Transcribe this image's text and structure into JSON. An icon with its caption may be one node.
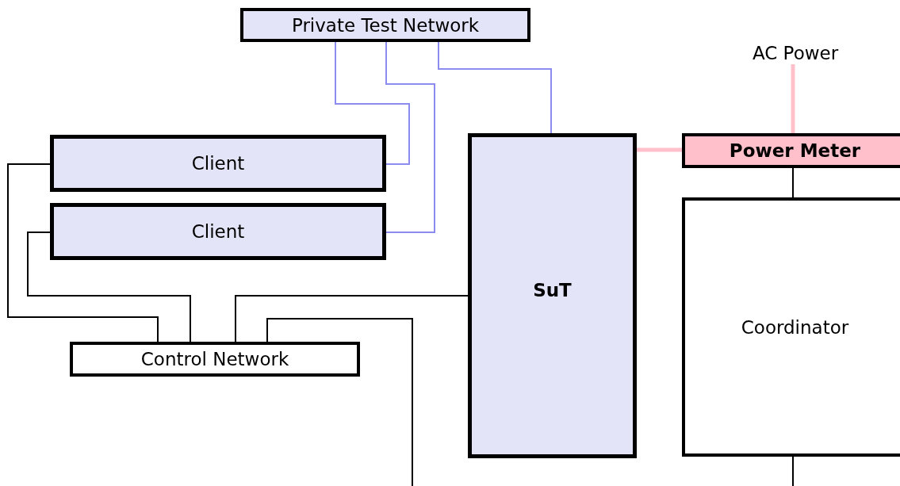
{
  "diagram": {
    "nodes": [
      {
        "text": [
          "Private Test Network"
        ]
      },
      {
        "text": [
          "AC Power"
        ]
      },
      {
        "text": [
          "Client"
        ]
      },
      {
        "text": [
          "Client"
        ]
      },
      {
        "text": [
          "SuT"
        ]
      },
      {
        "text": [
          "Power Meter"
        ]
      },
      {
        "text": [
          "Coordinator"
        ]
      },
      {
        "text": [
          "Control Network"
        ]
      }
    ],
    "edges": [
      {
        "from": 0,
        "to": 2,
        "arrow": "none",
        "color": "#8c8cf0"
      },
      {
        "from": 0,
        "to": 3,
        "arrow": "none",
        "color": "#8c8cf0"
      },
      {
        "from": 0,
        "to": 4,
        "arrow": "none",
        "color": "#8c8cf0"
      },
      {
        "from": 1,
        "to": 5,
        "arrow": "none",
        "style": "thick",
        "color": "#ffc0cb"
      },
      {
        "from": 4,
        "to": 5,
        "arrow": "none",
        "style": "thick",
        "color": "#ffc0cb"
      },
      {
        "from": 5,
        "to": 6,
        "arrow": "none"
      },
      {
        "from": 6,
        "to": null,
        "arrow": "none"
      },
      {
        "from": 2,
        "to": 7,
        "arrow": "none"
      },
      {
        "from": 3,
        "to": 7,
        "arrow": "none"
      },
      {
        "from": 4,
        "to": 7,
        "arrow": "none"
      },
      {
        "from": 7,
        "to": null,
        "arrow": "none"
      }
    ]
  }
}
